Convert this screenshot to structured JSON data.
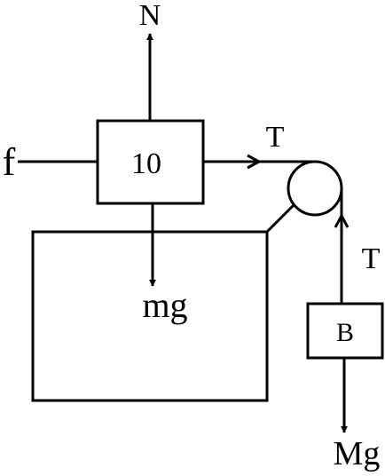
{
  "diagram": {
    "block_label": "10",
    "hanging_block_label": "B",
    "force_labels": {
      "normal": "N",
      "friction": "f",
      "weight_block": "mg",
      "tension_horizontal": "T",
      "tension_vertical": "T",
      "weight_hanging": "Mg"
    },
    "colors": {
      "stroke": "#000000",
      "background": "#ffffff"
    }
  }
}
